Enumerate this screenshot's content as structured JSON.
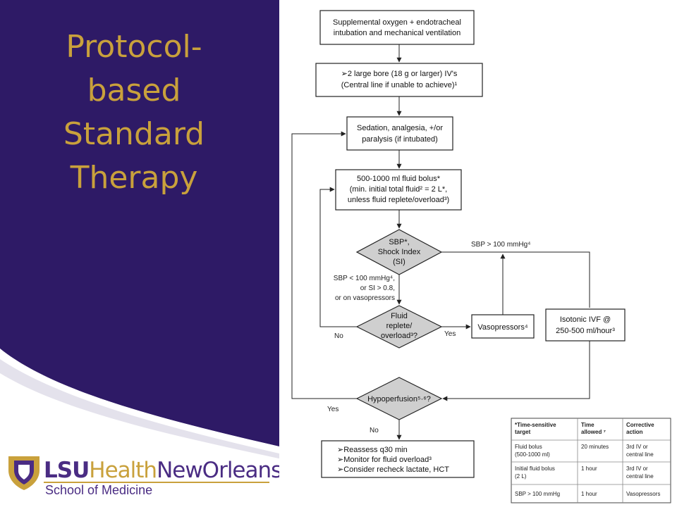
{
  "slide": {
    "title_lines": [
      "Protocol-",
      "based",
      "Standard",
      "Therapy"
    ],
    "colors": {
      "purple": "#2e1a66",
      "gold": "#c9a13c",
      "white": "#ffffff"
    }
  },
  "logo": {
    "brand_lsu": "LSU",
    "brand_health": "Health",
    "brand_city": "NewOrleans",
    "subtitle": "School of Medicine"
  },
  "flowchart": {
    "box1": [
      "Supplemental oxygen + endotracheal",
      "intubation and mechanical ventilation"
    ],
    "box2": [
      "➢2 large bore (18 g or larger) IV's",
      "(Central line if unable to achieve)¹"
    ],
    "box3": [
      "Sedation, analgesia, +/or",
      "paralysis (if intubated)"
    ],
    "box4": [
      "500-1000 ml fluid bolus*",
      "(min. initial total fluid² = 2 L*,",
      "unless fluid replete/overload³)"
    ],
    "diamond1": [
      "SBP*,",
      "Shock Index",
      "(SI)"
    ],
    "label_sbp_ok": "SBP > 100 mmHg⁴",
    "label_sbp_low": [
      "SBP < 100 mmHg⁴,",
      "or SI > 0.8,",
      "or on vasopressors"
    ],
    "diamond2": [
      "Fluid",
      "replete/",
      "overload³?"
    ],
    "label_no1": "No",
    "label_yes1": "Yes",
    "box_vaso": "Vasopressors⁴",
    "box_ivf": [
      "Isotonic IVF @",
      "250-500 ml/hour³"
    ],
    "diamond3": "Hypoperfusion⁵·⁶?",
    "label_yes2": "Yes",
    "label_no2": "No",
    "box_final": [
      "➢Reassess q30 min",
      "➢Monitor for fluid overload³",
      "➢Consider recheck lactate, HCT"
    ]
  },
  "table": {
    "headers": [
      [
        "*Time-sensitive",
        "target"
      ],
      [
        "Time",
        "allowed ⁷"
      ],
      [
        "Corrective",
        "action"
      ]
    ],
    "rows": [
      {
        "target": [
          "Fluid bolus",
          "(500-1000 ml)"
        ],
        "time": "20 minutes",
        "action": [
          "3rd IV or",
          "central line"
        ]
      },
      {
        "target": [
          "Initial fluid bolus",
          "(2 L)"
        ],
        "time": "1 hour",
        "action": [
          "3rd IV or",
          "central line"
        ]
      },
      {
        "target": [
          "SBP > 100 mmHg"
        ],
        "time": "1 hour",
        "action": [
          "Vasopressors"
        ]
      }
    ]
  }
}
